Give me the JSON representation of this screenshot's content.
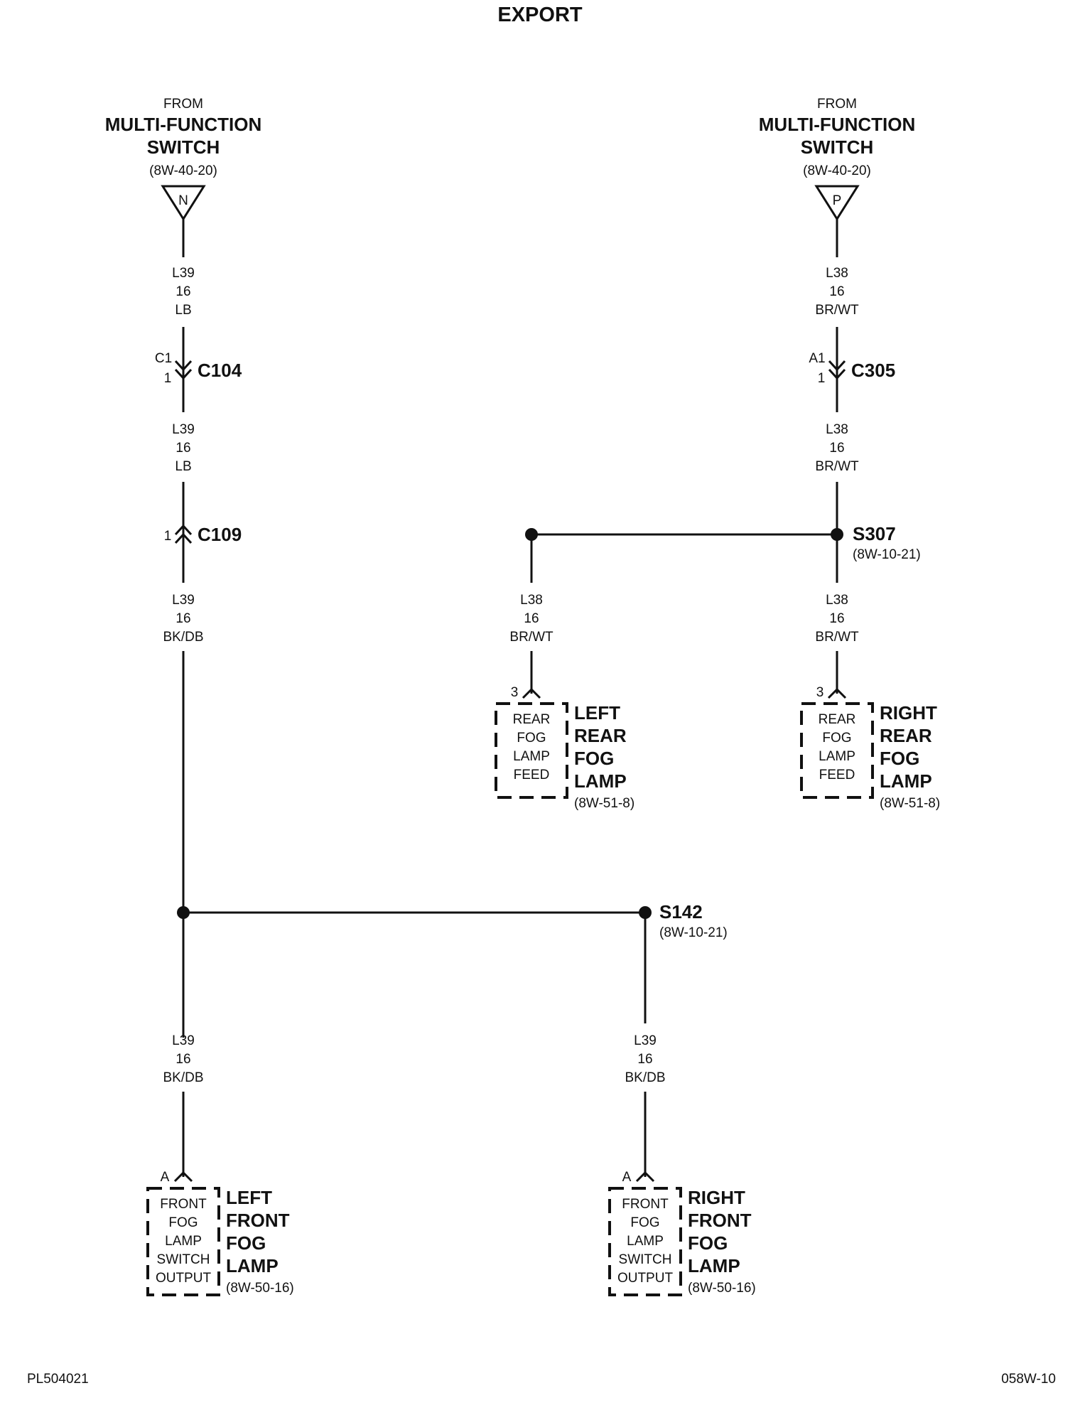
{
  "page": {
    "title": "EXPORT",
    "footer_left": "PL504021",
    "footer_right": "058W-10"
  },
  "sources": [
    {
      "from_label": "FROM",
      "name_line1": "MULTI-FUNCTION",
      "name_line2": "SWITCH",
      "ref": "(8W-40-20)",
      "pin": "N"
    },
    {
      "from_label": "FROM",
      "name_line1": "MULTI-FUNCTION",
      "name_line2": "SWITCH",
      "ref": "(8W-40-20)",
      "pin": "P"
    }
  ],
  "wires": {
    "left_1": {
      "circuit": "L39",
      "gauge": "16",
      "color": "LB"
    },
    "left_2": {
      "circuit": "L39",
      "gauge": "16",
      "color": "LB"
    },
    "left_3": {
      "circuit": "L39",
      "gauge": "16",
      "color": "BK/DB"
    },
    "left_4": {
      "circuit": "L39",
      "gauge": "16",
      "color": "BK/DB"
    },
    "mid_1": {
      "circuit": "L39",
      "gauge": "16",
      "color": "BK/DB"
    },
    "right_1": {
      "circuit": "L38",
      "gauge": "16",
      "color": "BR/WT"
    },
    "right_2": {
      "circuit": "L38",
      "gauge": "16",
      "color": "BR/WT"
    },
    "right_3": {
      "circuit": "L38",
      "gauge": "16",
      "color": "BR/WT"
    },
    "rear_left": {
      "circuit": "L38",
      "gauge": "16",
      "color": "BR/WT"
    }
  },
  "connectors": {
    "c104": {
      "name": "C104",
      "pin_top": "C1",
      "pin_bottom": "1"
    },
    "c109": {
      "name": "C109",
      "pin": "1"
    },
    "c305": {
      "name": "C305",
      "pin_top": "A1",
      "pin_bottom": "1"
    }
  },
  "splices": {
    "s307": {
      "name": "S307",
      "ref": "(8W-10-21)"
    },
    "s142": {
      "name": "S142",
      "ref": "(8W-10-21)"
    }
  },
  "components": {
    "left_rear_fog": {
      "pin": "3",
      "box": [
        "REAR",
        "FOG",
        "LAMP",
        "FEED"
      ],
      "name": [
        "LEFT",
        "REAR",
        "FOG",
        "LAMP"
      ],
      "ref": "(8W-51-8)"
    },
    "right_rear_fog": {
      "pin": "3",
      "box": [
        "REAR",
        "FOG",
        "LAMP",
        "FEED"
      ],
      "name": [
        "RIGHT",
        "REAR",
        "FOG",
        "LAMP"
      ],
      "ref": "(8W-51-8)"
    },
    "left_front_fog": {
      "pin": "A",
      "box": [
        "FRONT",
        "FOG",
        "LAMP",
        "SWITCH",
        "OUTPUT"
      ],
      "name": [
        "LEFT",
        "FRONT",
        "FOG",
        "LAMP"
      ],
      "ref": "(8W-50-16)"
    },
    "right_front_fog": {
      "pin": "A",
      "box": [
        "FRONT",
        "FOG",
        "LAMP",
        "SWITCH",
        "OUTPUT"
      ],
      "name": [
        "RIGHT",
        "FRONT",
        "FOG",
        "LAMP"
      ],
      "ref": "(8W-50-16)"
    }
  }
}
